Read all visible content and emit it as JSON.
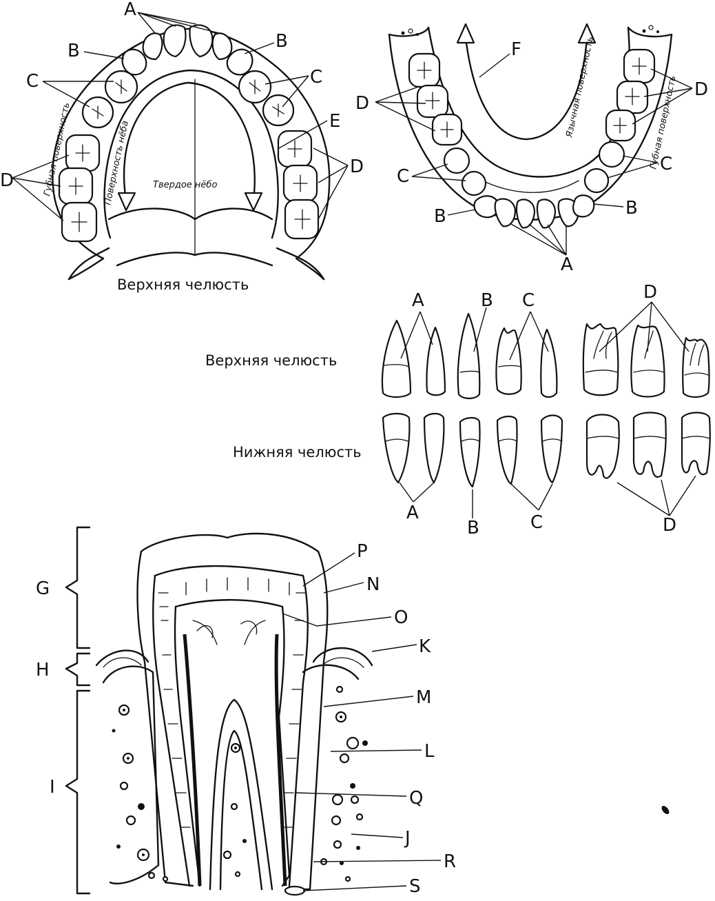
{
  "upper_jaw": {
    "caption": "Верхняя челюсть",
    "labial_surface": "Губная поверхность",
    "palatal_surface": "Поверхность нёба",
    "hard_palate": "Твердое нёбо",
    "labels": {
      "A": "A",
      "B_left": "B",
      "B_right": "B",
      "C_left": "C",
      "C_right": "C",
      "D_left": "D",
      "D_right": "D",
      "E": "E"
    }
  },
  "lower_jaw_arch": {
    "lingual_surface": "Язычная поверхность",
    "labial_surface": "Губная поверхность",
    "labels": {
      "F": "F",
      "D_left": "D",
      "D_right": "D",
      "C_left": "C",
      "C_right": "C",
      "B_left": "B",
      "B_right": "B",
      "A": "A"
    }
  },
  "tooth_types": {
    "upper_row_caption": "Верхняя челюсть",
    "lower_row_caption": "Нижняя челюсть",
    "top_labels": [
      "A",
      "B",
      "C",
      "D"
    ],
    "bottom_labels": [
      "A",
      "B",
      "C",
      "D"
    ]
  },
  "cross_section": {
    "brackets": [
      "G",
      "H",
      "I"
    ],
    "labels": [
      "P",
      "N",
      "O",
      "K",
      "M",
      "L",
      "Q",
      "J",
      "R",
      "S"
    ]
  }
}
